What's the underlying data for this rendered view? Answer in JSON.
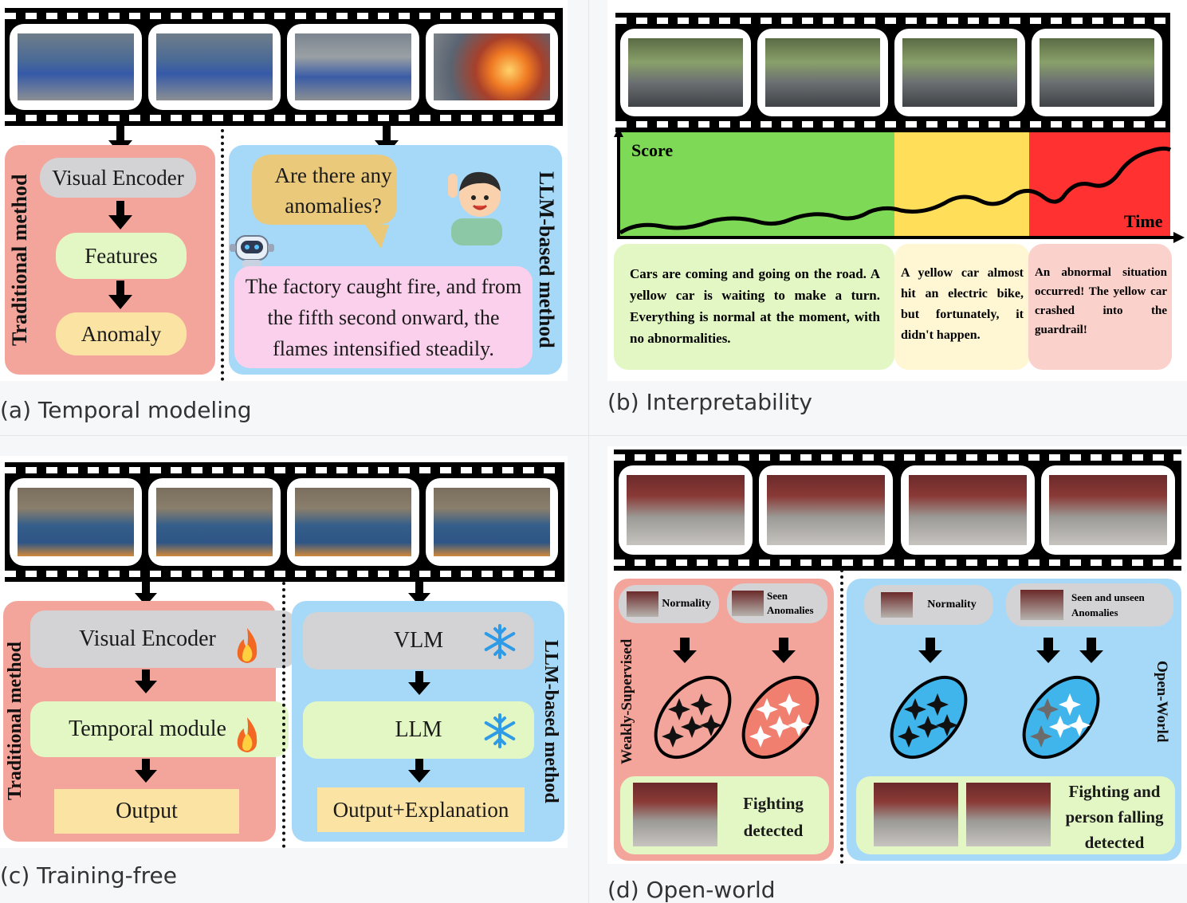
{
  "captions": {
    "a": "(a) Temporal modeling",
    "b": "(b) Interpretability",
    "c": "(c) Training-free",
    "d": "(d) Open-world"
  },
  "panel_a": {
    "traditional_label": "Traditional method",
    "llm_label": "LLM-based method",
    "visual_encoder": "Visual Encoder",
    "features": "Features",
    "anomaly": "Anomaly",
    "question": "Are there any anomalies?",
    "answer": "The factory caught fire, and from the fifth second onward, the flames intensified steadily."
  },
  "panel_b": {
    "score_label": "Score",
    "time_label": "Time",
    "text_green": "Cars are coming and going on the road. A yellow car is waiting to make a turn. Everything is normal at the moment, with no abnormalities.",
    "text_yellow": "A yellow car almost hit an electric bike, but fortunately, it didn't happen.",
    "text_red": "An abnormal situation occurred! The yellow car crashed into the guardrail!"
  },
  "panel_c": {
    "traditional_label": "Traditional method",
    "llm_label": "LLM-based method",
    "visual_encoder": "Visual Encoder",
    "temporal_module": "Temporal module",
    "output": "Output",
    "vlm": "VLM",
    "llm": "LLM",
    "output_explanation": "Output+Explanation"
  },
  "panel_d": {
    "weak_label": "Weakly-Supervised",
    "open_label": "Open-World",
    "normality_left": "Normality",
    "seen_anomalies": "Seen Anomalies",
    "normality_right": "Normality",
    "seen_unseen": "Seen and unseen Anomalies",
    "fighting_detected": "Fighting detected",
    "fighting_falling": "Fighting and person falling detected"
  },
  "colors": {
    "red_box": "#f4a59b",
    "blue_box": "#a6d9f7",
    "green_box": "#e2f7c4",
    "yellow_box": "#fbe3a3",
    "gray_box": "#d3d3d6",
    "pink_box": "#fbd0ec",
    "score_green": "#7ed957",
    "score_yellow": "#ffde59",
    "score_red": "#ff3131"
  },
  "icons": [
    "robot-icon",
    "boy-icon",
    "fire-icon",
    "snowflake-icon",
    "arrow-down-icon"
  ]
}
